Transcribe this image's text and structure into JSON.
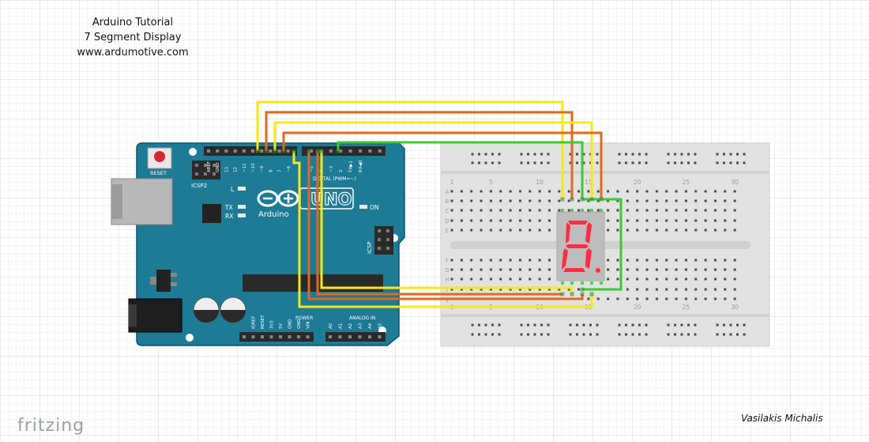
{
  "title": {
    "line1": "Arduino Tutorial",
    "line2": "7 Segment Display",
    "line3": "www.ardumotive.com"
  },
  "author": "Vasilakis Michalis",
  "app_logo": "fritzing",
  "arduino": {
    "model_text": "UNO",
    "brand_text": "Arduino",
    "reset_label": "RESET",
    "icsp2_label": "ICSP2",
    "icsp_label": "ICSP",
    "led_labels": [
      "L",
      "TX",
      "RX",
      "ON"
    ],
    "digital_header_label": "DIGITAL (PWM=~)",
    "digital_pins": [
      "AREF",
      "GND",
      "13",
      "12",
      "~11",
      "~10",
      "~9",
      "8",
      "7",
      "~6",
      "~5",
      "4",
      "~3",
      "2",
      "TX▶1",
      "RX◀0"
    ],
    "power_header_label": "POWER",
    "analog_header_label": "ANALOG IN",
    "power_pins": [
      "IOREF",
      "RESET",
      "3V3",
      "5V",
      "GND",
      "GND",
      "VIN"
    ],
    "analog_pins": [
      "A0",
      "A1",
      "A2",
      "A3",
      "A4",
      "A5"
    ],
    "colors": {
      "board": "#1d7b96",
      "board_dark": "#10526b",
      "header": "#2a2a2a",
      "silk": "#ffffff"
    }
  },
  "breadboard": {
    "column_numbers": [
      "1",
      "5",
      "10",
      "15",
      "20",
      "25",
      "30"
    ],
    "row_letters_top": [
      "A",
      "B",
      "C",
      "D",
      "E"
    ],
    "row_letters_bottom": [
      "F",
      "G",
      "H",
      "I",
      "J"
    ],
    "colors": {
      "body": "#e3e3e3",
      "hole": "#4a4a4a",
      "label": "#9a9a9a"
    }
  },
  "display": {
    "digit": "8",
    "segment_color": "#ff2a44",
    "body_color": "#bcbcbc",
    "pin_color": "#4cd64c"
  },
  "wire_colors": {
    "yellow": "#f5ea14",
    "orange": "#e2691d",
    "green": "#3fc834"
  }
}
